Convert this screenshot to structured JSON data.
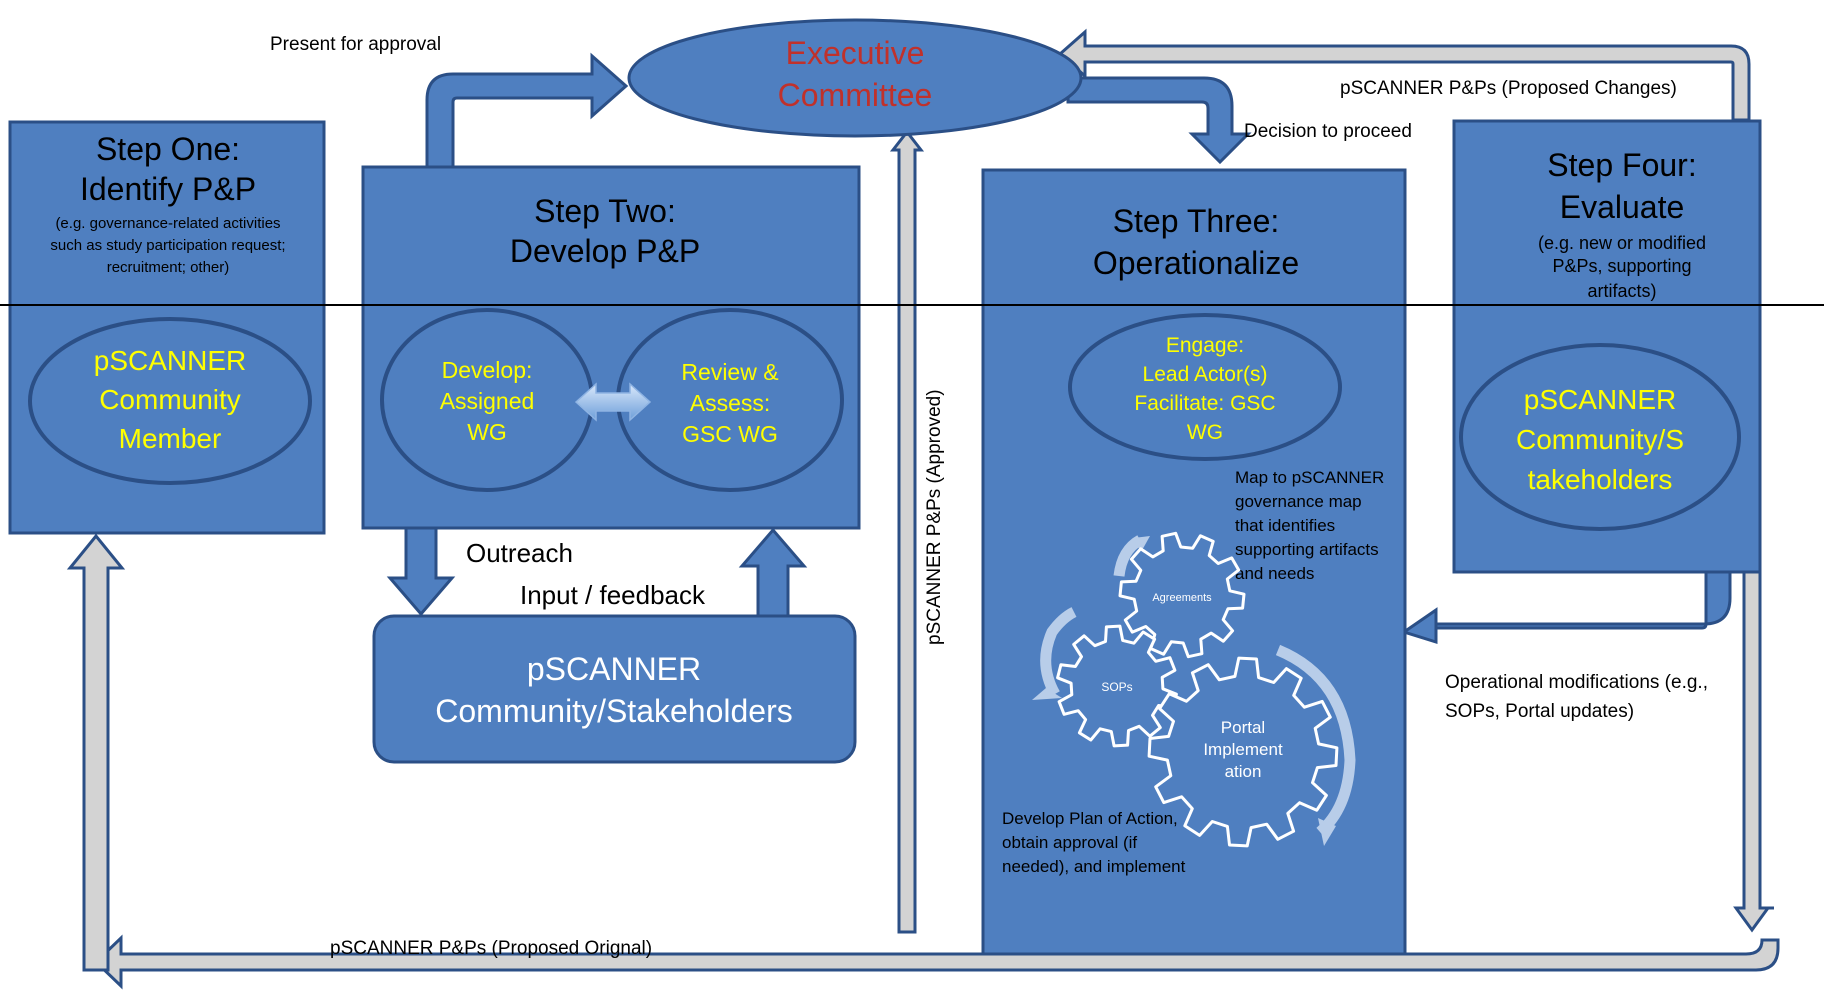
{
  "labels": {
    "present_for_approval": "Present for approval",
    "proposed_changes": "pSCANNER P&Ps (Proposed Changes)",
    "decision_to_proceed": "Decision to proceed",
    "approved": "pSCANNER P&Ps (Approved)",
    "outreach": "Outreach",
    "input_feedback": "Input / feedback",
    "operational_mods": [
      "Operational modifications (e.g.,",
      "SOPs, Portal updates)"
    ],
    "proposed_original": "pSCANNER P&Ps (Proposed Orignal)"
  },
  "executive_committee": {
    "lines": [
      "Executive",
      "Committee"
    ]
  },
  "step_one": {
    "title": [
      "Step One:",
      "Identify P&P"
    ],
    "subtitle": [
      "(e.g. governance-related  activities",
      "such as study participation request;",
      "recruitment; other)"
    ],
    "ellipse": [
      "pSCANNER",
      "Community",
      "Member"
    ]
  },
  "step_two": {
    "title": [
      "Step Two:",
      "Develop P&P"
    ],
    "develop": [
      "Develop:",
      "Assigned",
      "WG"
    ],
    "review": [
      "Review &",
      "Assess:",
      "GSC WG"
    ]
  },
  "community_box": {
    "lines": [
      "pSCANNER",
      "Community/Stakeholders"
    ]
  },
  "step_three": {
    "title": [
      "Step Three:",
      "Operationalize"
    ],
    "engage": [
      "Engage:",
      "Lead Actor(s)",
      "Facilitate: GSC",
      "WG"
    ],
    "map_text": [
      "Map to pSCANNER",
      "governance map",
      "that identifies",
      "supporting artifacts",
      "and needs"
    ],
    "gears": {
      "agreements": "Agreements",
      "sops": "SOPs",
      "portal": [
        "Portal",
        "Implement",
        "ation"
      ]
    },
    "plan_text": [
      "Develop Plan of Action,",
      "obtain approval (if",
      "needed), and implement"
    ]
  },
  "step_four": {
    "title": [
      "Step Four:",
      "Evaluate"
    ],
    "subtitle": [
      "(e.g. new or modified",
      "P&Ps, supporting",
      "artifacts)"
    ],
    "ellipse": [
      "pSCANNER",
      "Community/S",
      "takeholders"
    ]
  },
  "colors": {
    "box_fill": "#4f7fc0",
    "box_stroke": "#2b4f86",
    "gray_arrow": "#d3d3d3",
    "highlight": "#ffff00",
    "exec_text": "#c0312b"
  }
}
